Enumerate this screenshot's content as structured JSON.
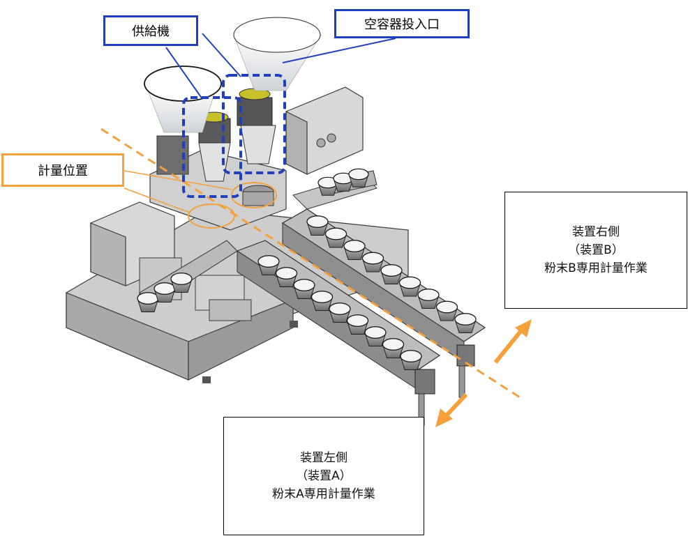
{
  "labels": {
    "feeder": "供給機",
    "empty_container_inlet": "空容器投入口",
    "weighing_position": "計量位置"
  },
  "right_side": {
    "title": "装置右側",
    "sub": "（装置B）",
    "desc": "粉末B専用計量作業"
  },
  "left_side": {
    "title": "装置左側",
    "sub": "（装置A）",
    "desc": "粉末A専用計量作業"
  },
  "colors": {
    "blue": "#1f3fbf",
    "orange": "#f5a03a",
    "machine_fill": "#d6d6d6",
    "machine_dark": "#8a8a8a",
    "machine_line": "#3a3a3a"
  }
}
